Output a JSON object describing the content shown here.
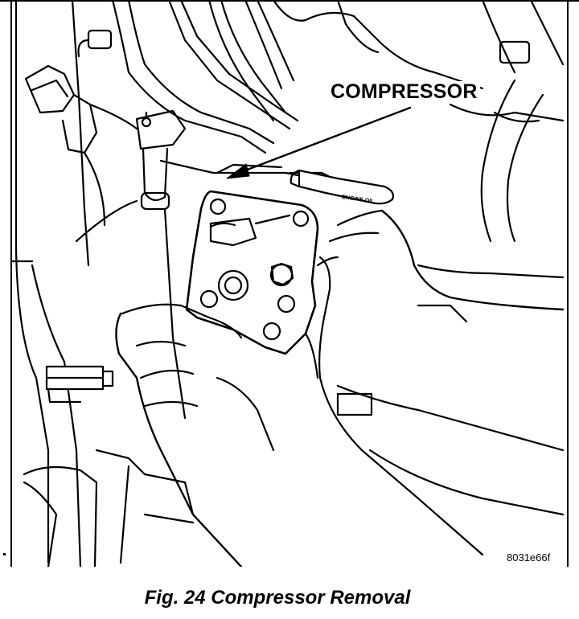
{
  "figure": {
    "callout_label": "COMPRESSOR",
    "tool_label": "ENGINE OIL",
    "figure_code": "8031e66f",
    "caption": "Fig. 24 Compressor Removal"
  },
  "colors": {
    "line": "#000000",
    "background": "#ffffff"
  }
}
